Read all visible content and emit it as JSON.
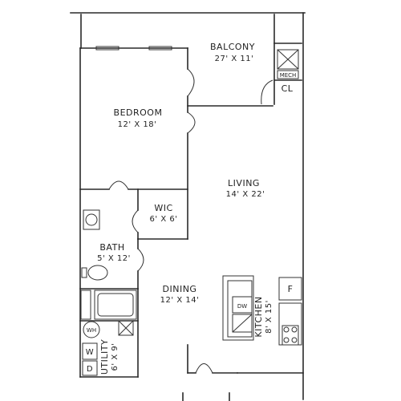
{
  "rooms": {
    "balcony": {
      "name": "BALCONY",
      "dim": "27' X 11'"
    },
    "mech": {
      "name": "MECH"
    },
    "closet": {
      "name": "CL"
    },
    "bedroom": {
      "name": "BEDROOM",
      "dim": "12' X 18'"
    },
    "living": {
      "name": "LIVING",
      "dim": "14' X 22'"
    },
    "wic": {
      "name": "WIC",
      "dim": "6' X 6'"
    },
    "bath": {
      "name": "BATH",
      "dim": "5' X 12'"
    },
    "dining": {
      "name": "DINING",
      "dim": "12' X 14'"
    },
    "kitchen": {
      "name": "KITCHEN",
      "dim": "8' X 15'"
    },
    "utility": {
      "name": "UTILITY",
      "dim": "6' X 9'"
    }
  },
  "fixtures": {
    "dishwasher": "DW",
    "fridge": "F",
    "water_heater": "WH",
    "washer": "W",
    "dryer": "D"
  }
}
